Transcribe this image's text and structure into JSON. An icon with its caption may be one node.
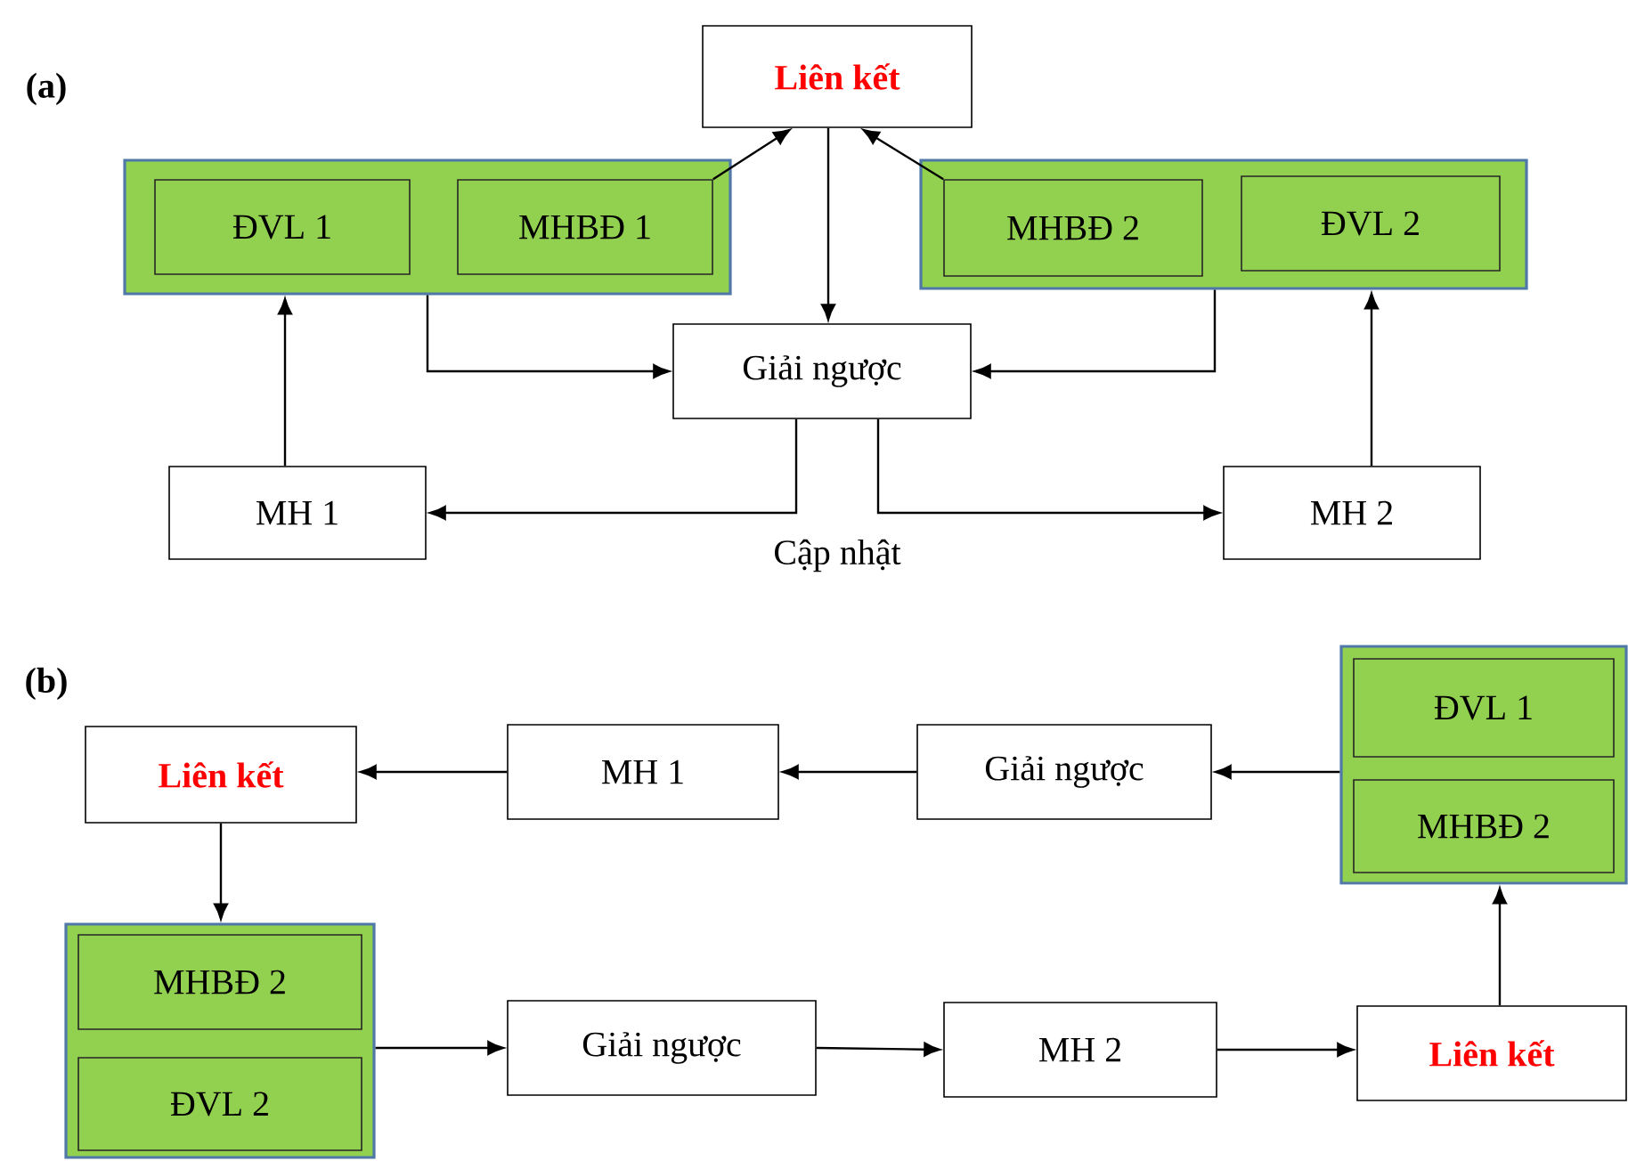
{
  "diagram": {
    "nodes": [
      {
        "text": [
          "Liên kết"
        ]
      },
      {
        "text": [],
        "shape": "box"
      },
      {
        "text": [
          "ĐVL 1"
        ],
        "in": 1
      },
      {
        "text": [
          "MHBĐ 1"
        ],
        "in": 1
      },
      {
        "text": [],
        "shape": "box"
      },
      {
        "text": [
          "MHBĐ 2"
        ],
        "in": 4
      },
      {
        "text": [
          "ĐVL 2"
        ],
        "in": 4
      },
      {
        "text": [
          "Giải ngược"
        ]
      },
      {
        "text": [
          "MH 1"
        ]
      },
      {
        "text": [
          "MH 2"
        ]
      },
      {
        "text": [
          "Liên kết"
        ]
      },
      {
        "text": [
          "MH 1"
        ]
      },
      {
        "text": [
          "Giải ngược"
        ]
      },
      {
        "text": [],
        "shape": "box"
      },
      {
        "text": [
          "ĐVL 1"
        ],
        "in": 13
      },
      {
        "text": [
          "MHBĐ 2"
        ],
        "in": 13
      },
      {
        "text": [],
        "shape": "box"
      },
      {
        "text": [
          "MHBĐ 2"
        ],
        "in": 16
      },
      {
        "text": [
          "ĐVL 2"
        ],
        "in": 16
      },
      {
        "text": [
          "Giải ngược"
        ]
      },
      {
        "text": [
          "MH 2"
        ]
      },
      {
        "text": [
          "Liên kết"
        ]
      }
    ],
    "edges": [
      {
        "from": 3,
        "to": 0,
        "arrow": "to"
      },
      {
        "from": 5,
        "to": 0,
        "arrow": "to"
      },
      {
        "from": 0,
        "to": 7,
        "arrow": "to"
      },
      {
        "from": 1,
        "to": 7,
        "arrow": "to"
      },
      {
        "from": 4,
        "to": 7,
        "arrow": "to"
      },
      {
        "from": 8,
        "to": 1,
        "arrow": "to"
      },
      {
        "from": 9,
        "to": 4,
        "arrow": "to"
      },
      {
        "from": 7,
        "to": 8,
        "arrow": "to"
      },
      {
        "from": 7,
        "to": 9,
        "arrow": "to"
      },
      {
        "from": 13,
        "to": 12,
        "arrow": "to"
      },
      {
        "from": 12,
        "to": 11,
        "arrow": "to"
      },
      {
        "from": 11,
        "to": 10,
        "arrow": "to"
      },
      {
        "from": 10,
        "to": 16,
        "arrow": "to"
      },
      {
        "from": 16,
        "to": 19,
        "arrow": "to"
      },
      {
        "from": 19,
        "to": 20,
        "arrow": "to"
      },
      {
        "from": 20,
        "to": 21,
        "arrow": "to"
      },
      {
        "from": 21,
        "to": 13,
        "arrow": "to"
      }
    ],
    "labels": [
      "(a)",
      "Cập nhật",
      "(b)"
    ]
  }
}
